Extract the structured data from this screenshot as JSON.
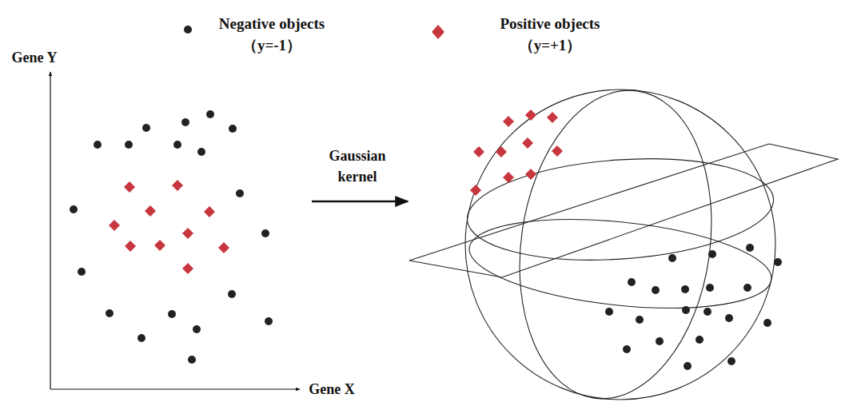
{
  "diagram": {
    "labels": [
      "Gene Y",
      "Gene X",
      "Gaussian kernel"
    ],
    "legend": [
      {
        "text": "Negative objects （y=-1）"
      },
      {
        "text": "Positive objects （y=+1）"
      }
    ]
  }
}
